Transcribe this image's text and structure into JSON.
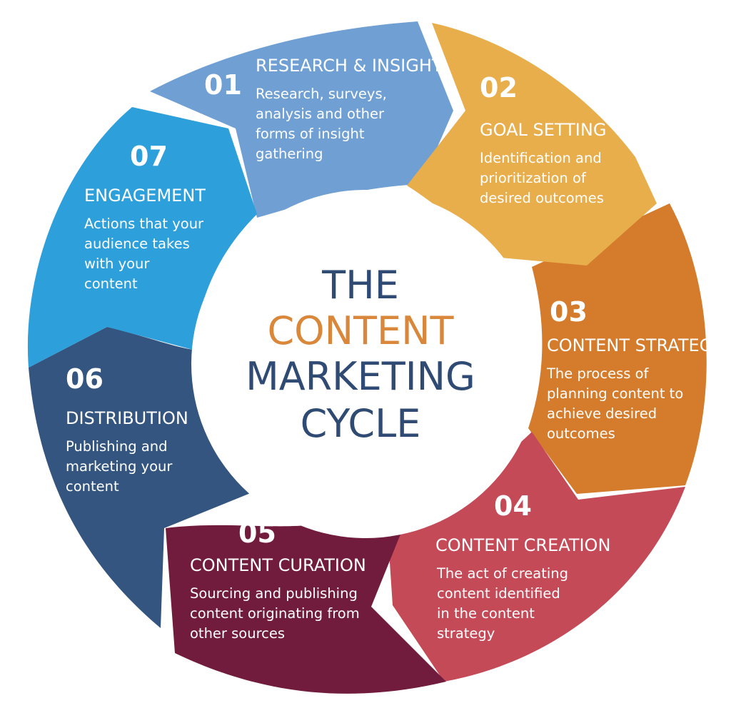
{
  "center": {
    "line1": "THE",
    "line2": "CONTENT",
    "line3": "MARKETING",
    "line4": "CYCLE",
    "color_dark": "#2f4a73",
    "color_accent": "#d9873a"
  },
  "segments": [
    {
      "num": "01",
      "title": "RESEARCH & INSIGHT",
      "desc": [
        "Research, surveys,",
        "analysis and other",
        "forms of insight",
        "gathering"
      ],
      "color": "#6f9fd3"
    },
    {
      "num": "02",
      "title": "GOAL SETTING",
      "desc": [
        "Identification and",
        "prioritization of",
        "desired outcomes"
      ],
      "color": "#e8ae4c"
    },
    {
      "num": "03",
      "title": "CONTENT STRATEGY",
      "desc": [
        "The process of",
        "planning content to",
        "achieve desired",
        "outcomes"
      ],
      "color": "#d57c2c"
    },
    {
      "num": "04",
      "title": "CONTENT CREATION",
      "desc": [
        "The act of creating",
        "content identified",
        "in the content",
        "strategy"
      ],
      "color": "#c54a57"
    },
    {
      "num": "05",
      "title": "CONTENT CURATION",
      "desc": [
        "Sourcing and publishing",
        "content originating from",
        "other sources"
      ],
      "color": "#721c3d"
    },
    {
      "num": "06",
      "title": "DISTRIBUTION",
      "desc": [
        "Publishing and",
        "marketing your",
        "content"
      ],
      "color": "#33557f"
    },
    {
      "num": "07",
      "title": "ENGAGEMENT",
      "desc": [
        "Actions that your",
        "audience takes",
        "with your",
        "content"
      ],
      "color": "#2d9fdb"
    }
  ]
}
